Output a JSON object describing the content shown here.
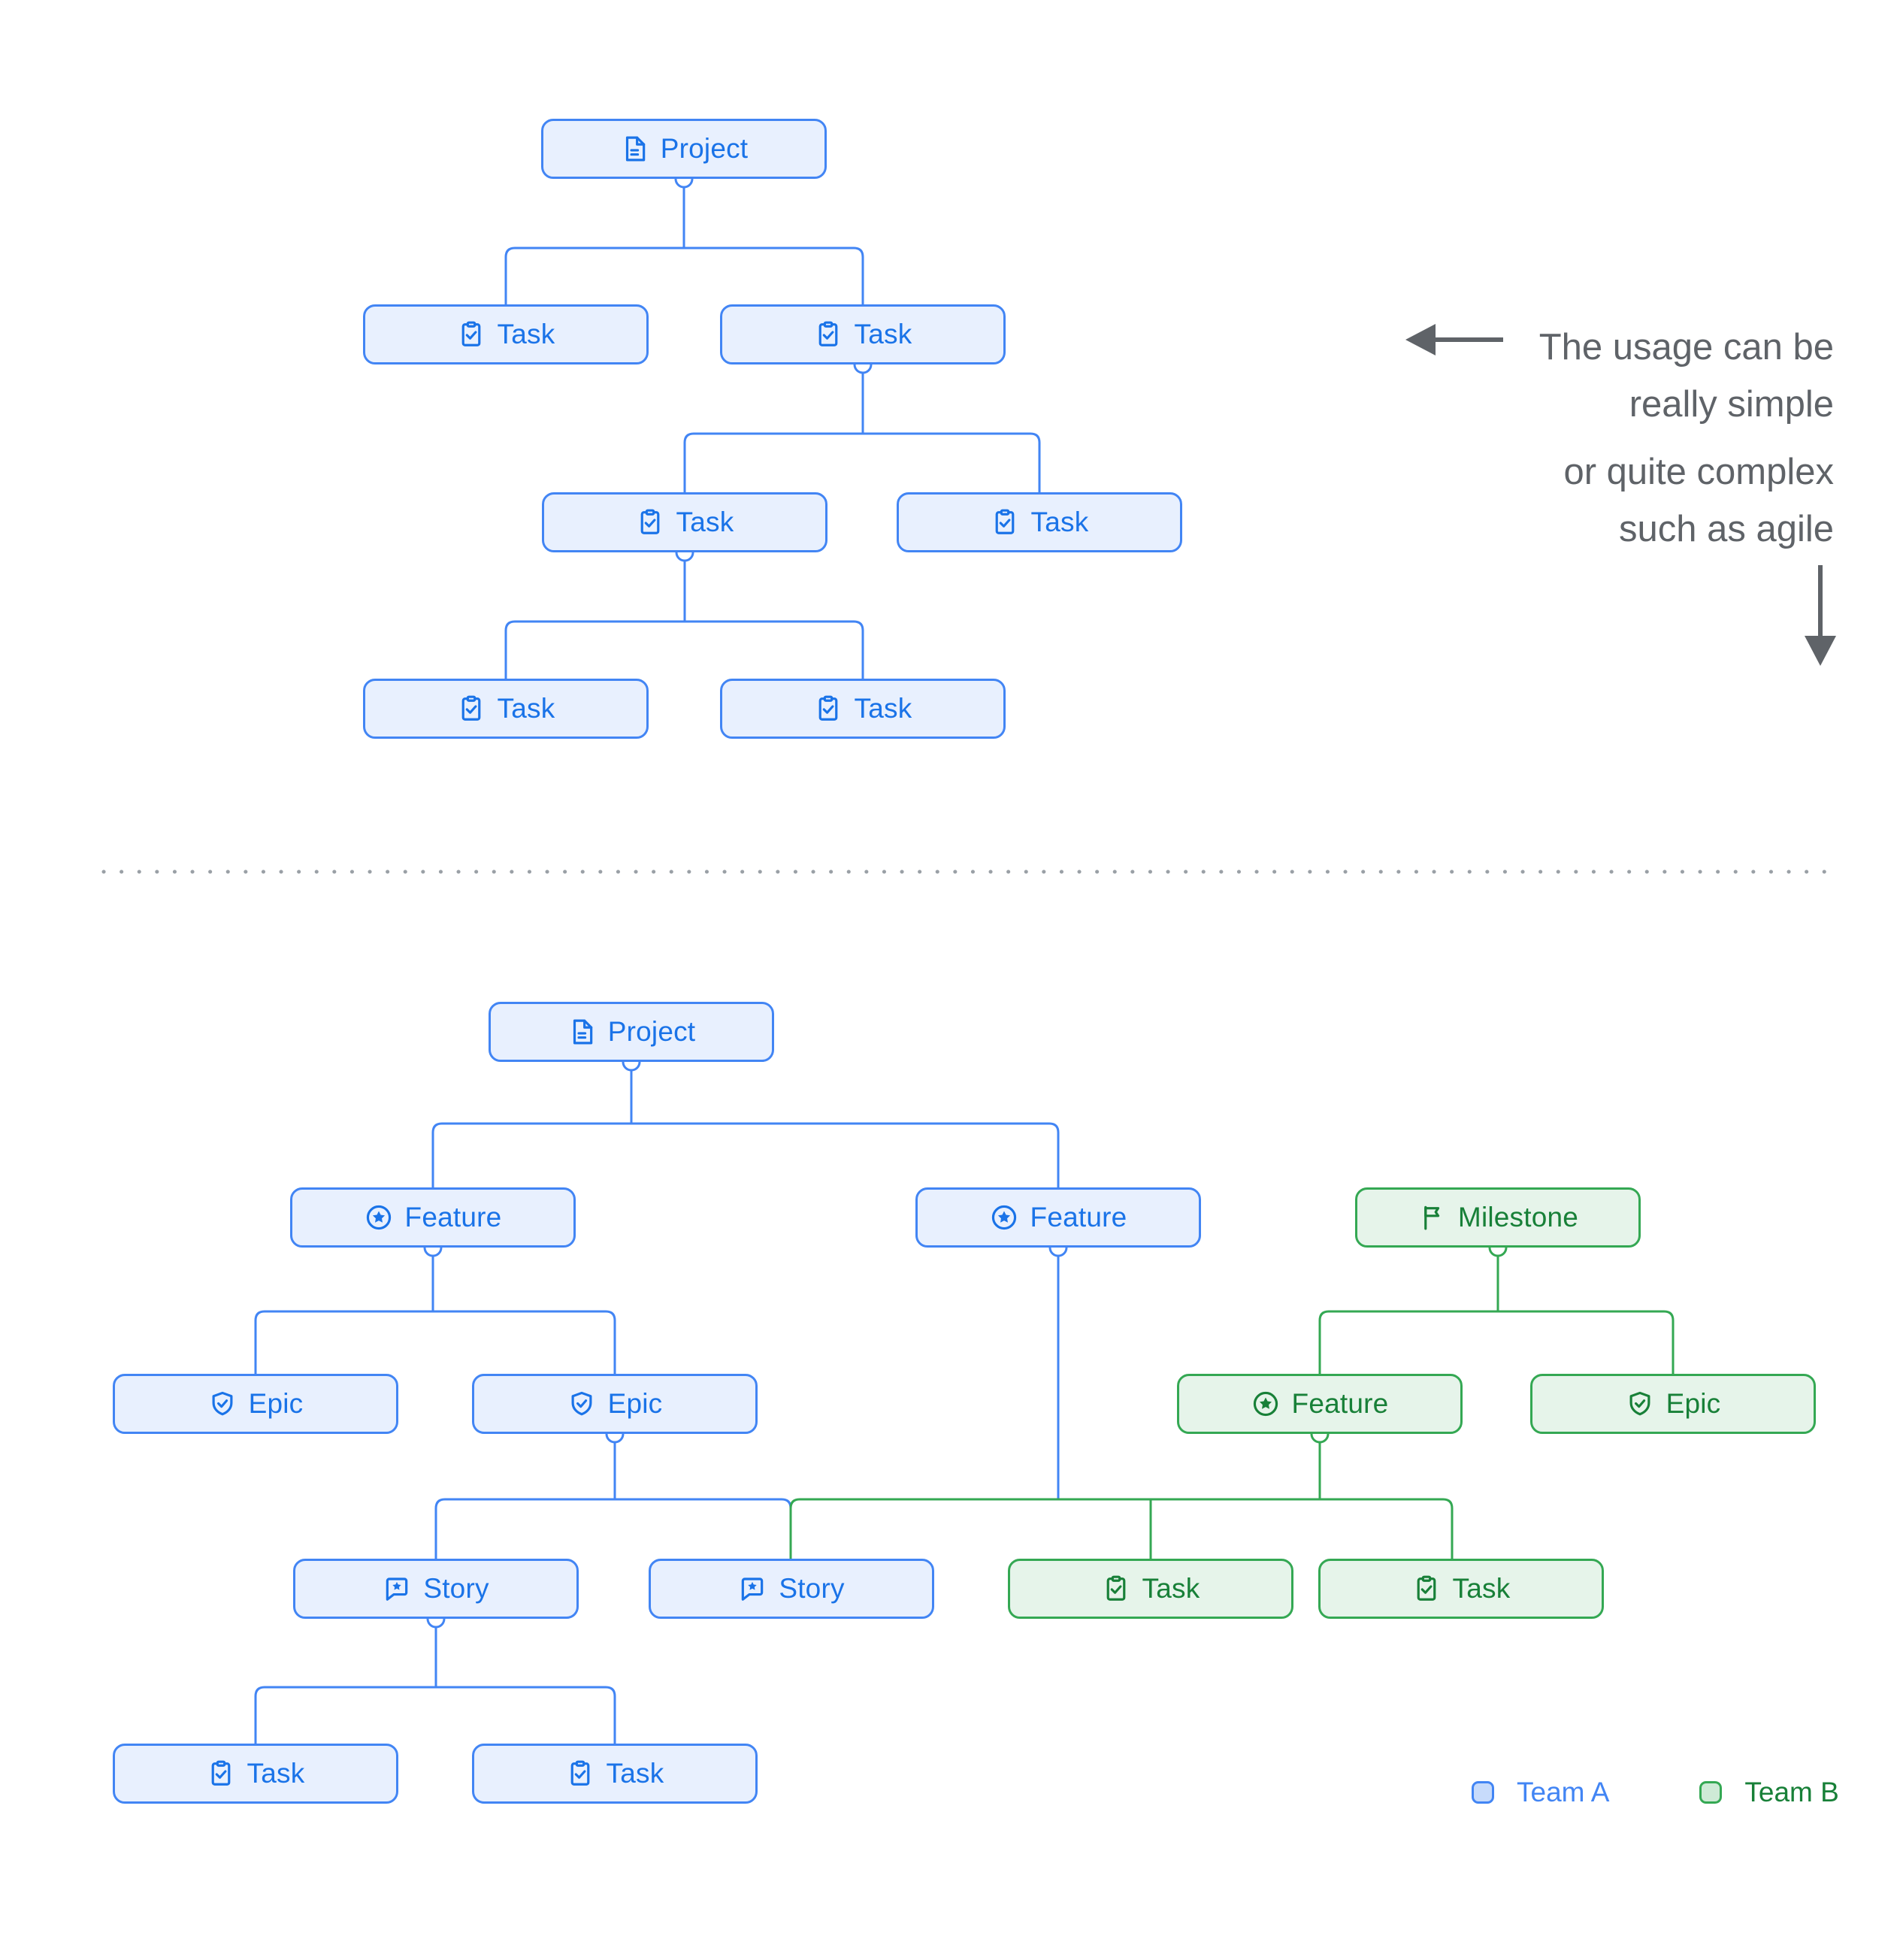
{
  "colors": {
    "team_a_border": "#4285F4",
    "team_a_fill": "#E8F0FE",
    "team_a_text": "#1A73E8",
    "team_b_border": "#34A853",
    "team_b_fill": "#E6F4EA",
    "team_b_text": "#188038",
    "annotation_gray": "#5F6368",
    "divider_dots": "#9AA0A6"
  },
  "annotation": {
    "line1": "The usage can be",
    "line2": "really simple",
    "line3": "or quite complex",
    "line4": "such as agile"
  },
  "legend": {
    "team_a_label": "Team A",
    "team_b_label": "Team B"
  },
  "trees": {
    "simple": {
      "nodes": [
        {
          "label": "Project",
          "type": "project",
          "icon": "document-icon",
          "team": "A"
        },
        {
          "label": "Task",
          "type": "task",
          "icon": "task-icon",
          "team": "A"
        },
        {
          "label": "Task",
          "type": "task",
          "icon": "task-icon",
          "team": "A"
        },
        {
          "label": "Task",
          "type": "task",
          "icon": "task-icon",
          "team": "A"
        },
        {
          "label": "Task",
          "type": "task",
          "icon": "task-icon",
          "team": "A"
        },
        {
          "label": "Task",
          "type": "task",
          "icon": "task-icon",
          "team": "A"
        },
        {
          "label": "Task",
          "type": "task",
          "icon": "task-icon",
          "team": "A"
        }
      ]
    },
    "complex": {
      "nodes": [
        {
          "label": "Project",
          "type": "project",
          "icon": "document-icon",
          "team": "A"
        },
        {
          "label": "Feature",
          "type": "feature",
          "icon": "feature-icon",
          "team": "A"
        },
        {
          "label": "Feature",
          "type": "feature",
          "icon": "feature-icon",
          "team": "A"
        },
        {
          "label": "Milestone",
          "type": "milestone",
          "icon": "milestone-icon",
          "team": "B"
        },
        {
          "label": "Epic",
          "type": "epic",
          "icon": "epic-icon",
          "team": "A"
        },
        {
          "label": "Epic",
          "type": "epic",
          "icon": "epic-icon",
          "team": "A"
        },
        {
          "label": "Feature",
          "type": "feature",
          "icon": "feature-icon",
          "team": "B"
        },
        {
          "label": "Epic",
          "type": "epic",
          "icon": "epic-icon",
          "team": "B"
        },
        {
          "label": "Story",
          "type": "story",
          "icon": "story-icon",
          "team": "A"
        },
        {
          "label": "Story",
          "type": "story",
          "icon": "story-icon",
          "team": "A"
        },
        {
          "label": "Task",
          "type": "task",
          "icon": "task-icon",
          "team": "B"
        },
        {
          "label": "Task",
          "type": "task",
          "icon": "task-icon",
          "team": "B"
        },
        {
          "label": "Task",
          "type": "task",
          "icon": "task-icon",
          "team": "A"
        },
        {
          "label": "Task",
          "type": "task",
          "icon": "task-icon",
          "team": "A"
        }
      ]
    }
  }
}
